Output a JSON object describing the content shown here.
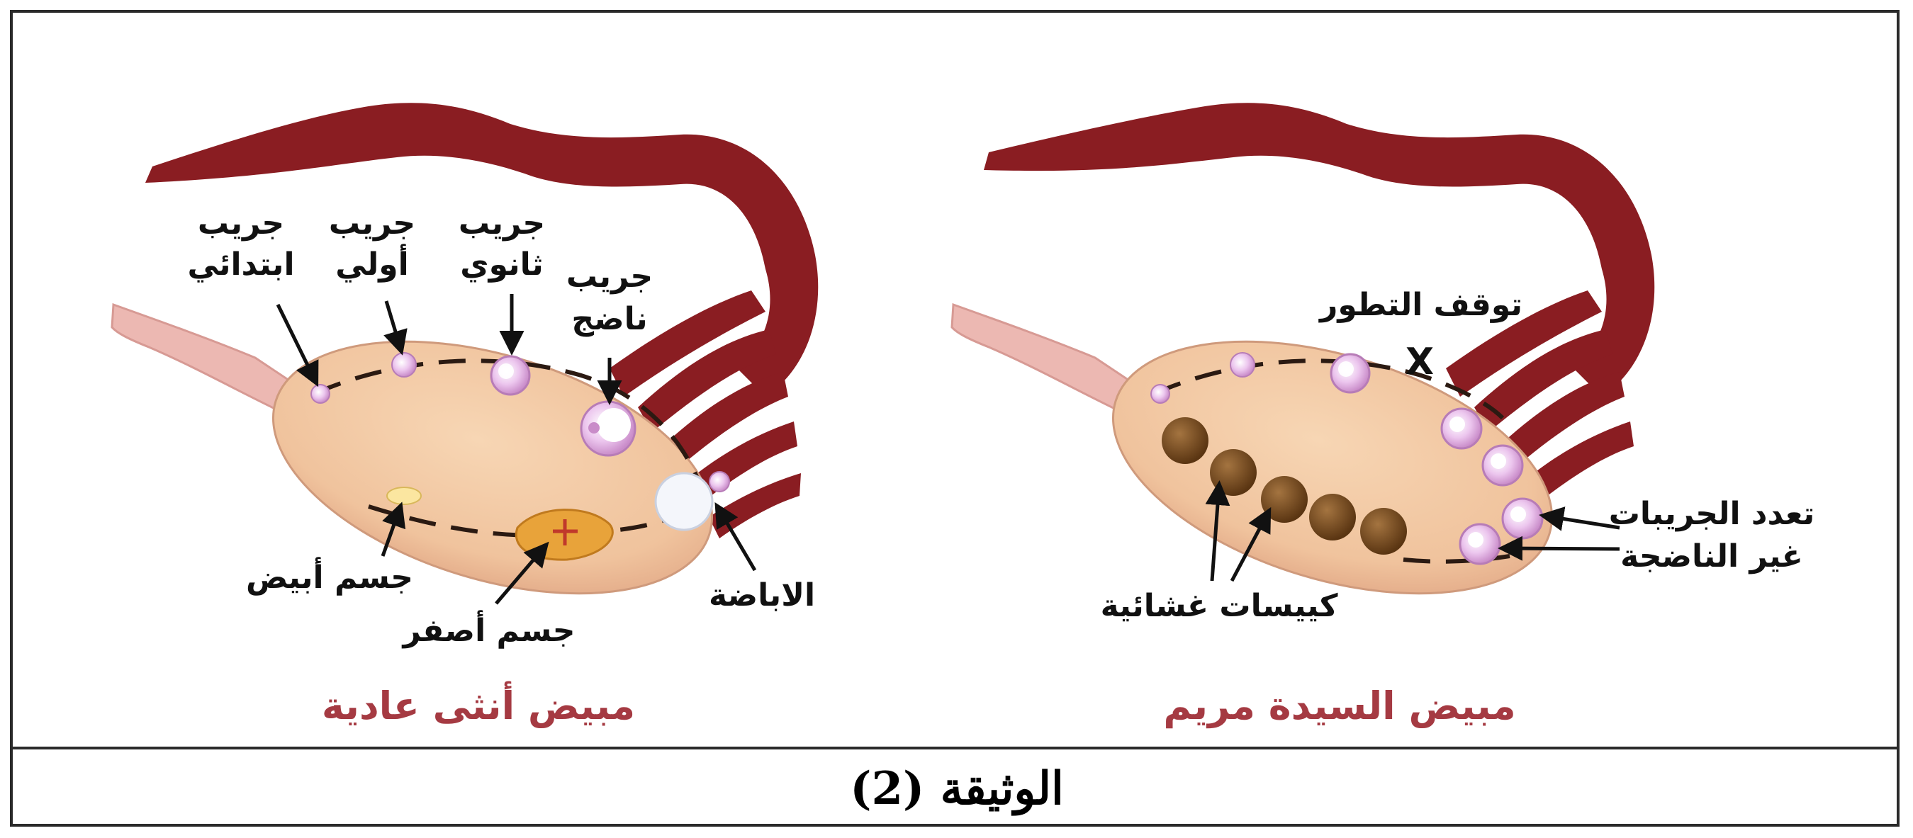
{
  "document_title": "الوثيقة (2)",
  "colors": {
    "tube": "#8a1d22",
    "ovary_fill": "#f2c9a2",
    "ligament": "#ecb8b2",
    "follicle": "#e6b4e6",
    "cyst": "#6e4419",
    "caption": "#a53a42",
    "corpus_luteum": "#e8a33a"
  },
  "normal_panel": {
    "caption": "مبيض أنثى عادية",
    "labels": {
      "primordial": [
        "جريب",
        "ابتدائي"
      ],
      "primary": [
        "جريب",
        "أولي"
      ],
      "secondary": [
        "جريب",
        "ثانوي"
      ],
      "mature": [
        "جريب",
        "ناضج"
      ],
      "ovulation": "الاباضة",
      "corpus_albicans": "جسم أبيض",
      "corpus_luteum": "جسم أصفر"
    }
  },
  "patient_panel": {
    "caption": "مبيض السيدة مريم",
    "labels": {
      "arrest": "توقف التطور",
      "arrest_mark": "X",
      "multiple": [
        "تعدد الجريبات",
        "غير الناضجة"
      ],
      "cysts": "كييسات غشائية"
    }
  }
}
